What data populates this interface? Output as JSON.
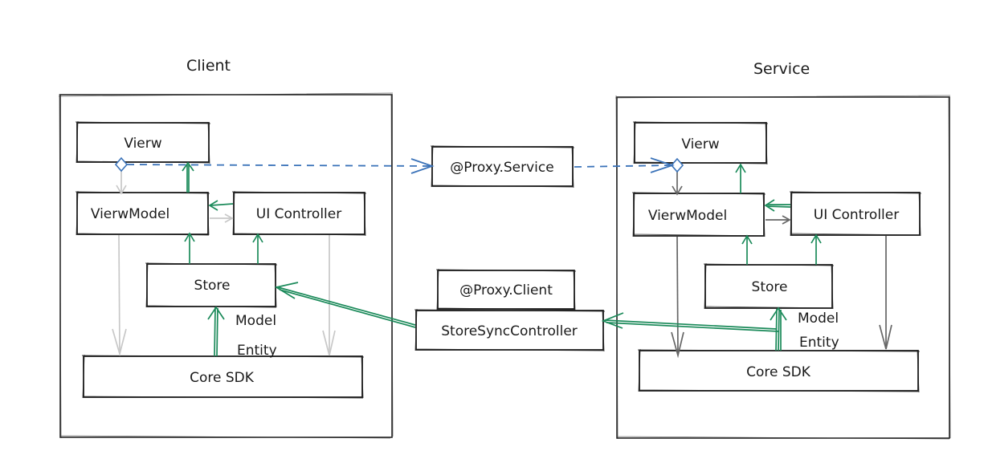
{
  "client": {
    "title": "Client",
    "view": "Vierw",
    "viewmodel": "VierwModel",
    "ui_controller": "UI Controller",
    "store": "Store",
    "model_label": "Model",
    "entity_label": "Entity",
    "core_sdk": "Core SDK"
  },
  "service": {
    "title": "Service",
    "view": "Vierw",
    "viewmodel": "VierwModel",
    "ui_controller": "UI Controller",
    "store": "Store",
    "model_label": "Model",
    "entity_label": "Entity",
    "core_sdk": "Core SDK"
  },
  "middle": {
    "proxy_service": "@Proxy.Service",
    "proxy_client": "@Proxy.Client",
    "store_sync_controller": "StoreSyncController"
  },
  "colors": {
    "green_arrow": "#1b8a5a",
    "blue_dashed": "#3b73b9",
    "light_grey_arrow": "#c8c8c8",
    "dark_grey_arrow": "#666666"
  }
}
